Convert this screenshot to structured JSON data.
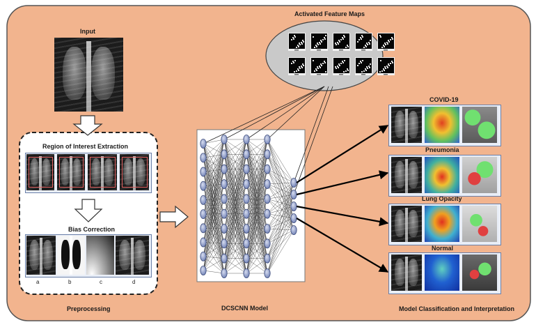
{
  "diagram": {
    "input_label": "Input",
    "roi_label": "Region of Interest Extraction",
    "bias_label": "Bias Correction",
    "bias_sublabels": [
      "a",
      "b",
      "c",
      "d"
    ],
    "preprocessing_label": "Preprocessing",
    "feature_maps_label": "Activated Feature Maps",
    "model_label": "DCSCNN Model",
    "classification_label": "Model Classification and Interpretation",
    "classes": [
      "COVID-19",
      "Pneumonia",
      "Lung Opacity",
      "Normal"
    ]
  },
  "colors": {
    "background": "#f2b48e",
    "ellipse": "#c9c9c9",
    "frame": "#e9eef7",
    "node": "#7f8fbf"
  }
}
